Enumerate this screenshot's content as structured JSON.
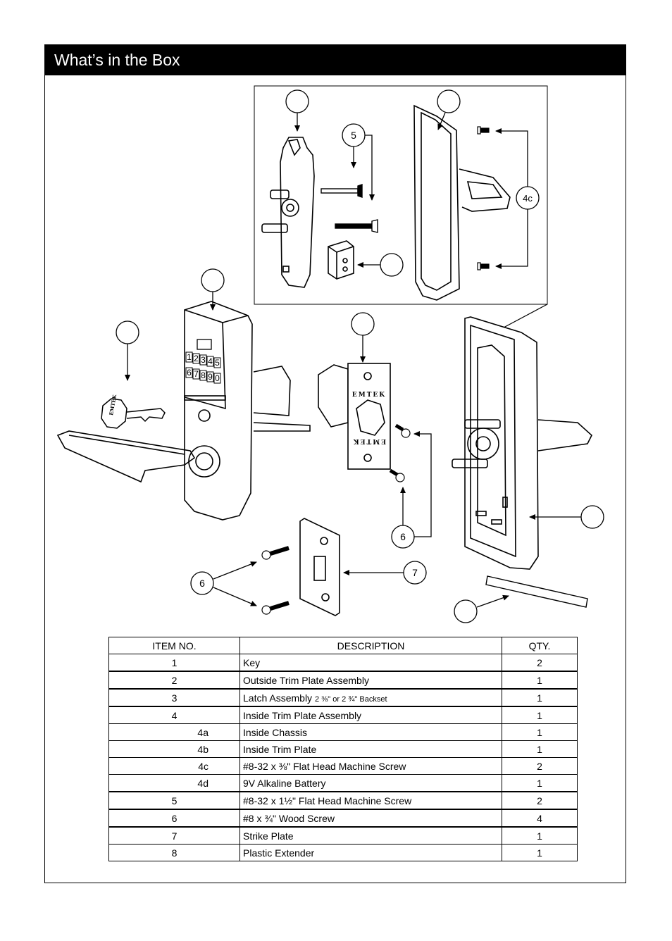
{
  "header": {
    "title": "What’s in the Box"
  },
  "figure": {
    "brand_text": "EMTEK",
    "keypad_keys": [
      "1",
      "2",
      "3",
      "4",
      "5",
      "6",
      "7",
      "8",
      "9",
      "0"
    ],
    "callouts": [
      "5",
      "4c",
      "6",
      "6",
      "7"
    ]
  },
  "table": {
    "columns": [
      "ITEM NO.",
      "DESCRIPTION",
      "QTY."
    ],
    "rows": [
      {
        "item": "1",
        "desc": "Key",
        "desc_note": "",
        "qty": "2"
      },
      {
        "item": "2",
        "desc": "Outside Trim Plate Assembly",
        "desc_note": "",
        "qty": "1"
      },
      {
        "item": "3",
        "desc": "Latch Assembly ",
        "desc_note": "2 ⅜\" or 2 ¾\" Backset",
        "qty": "1"
      },
      {
        "item": "4",
        "desc": "Inside Trim Plate Assembly",
        "desc_note": "",
        "qty": "1"
      },
      {
        "item": "4a",
        "desc": "Inside Chassis",
        "desc_note": "",
        "qty": "1"
      },
      {
        "item": "4b",
        "desc": "Inside Trim Plate",
        "desc_note": "",
        "qty": "1"
      },
      {
        "item": "4c",
        "desc": "#8-32 x ⅜\" Flat Head Machine Screw",
        "desc_note": "",
        "qty": "2"
      },
      {
        "item": "4d",
        "desc": " 9V Alkaline Battery",
        "desc_note": "",
        "qty": "1"
      },
      {
        "item": "5",
        "desc": "#8-32 x 1½\" Flat Head Machine Screw",
        "desc_note": "",
        "qty": "2"
      },
      {
        "item": "6",
        "desc": "#8 x ¾\" Wood Screw",
        "desc_note": "",
        "qty": "4"
      },
      {
        "item": "7",
        "desc": "Strike Plate",
        "desc_note": "",
        "qty": "1"
      },
      {
        "item": "8",
        "desc": "Plastic Extender",
        "desc_note": "",
        "qty": "1"
      }
    ]
  }
}
